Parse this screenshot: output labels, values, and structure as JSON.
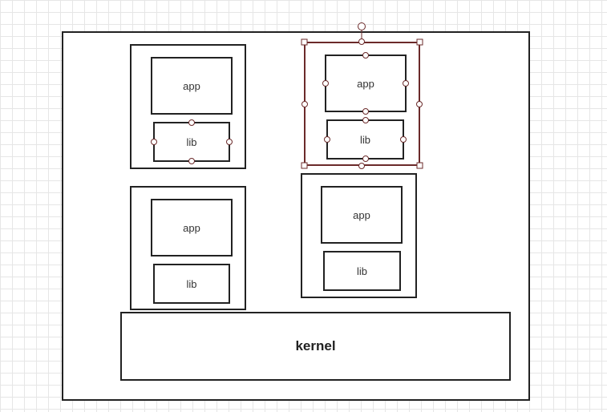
{
  "diagram": {
    "containers": [
      {
        "id": "container-top-left",
        "app": "app",
        "lib": "lib"
      },
      {
        "id": "container-top-right",
        "app": "app",
        "lib": "lib",
        "selected": true
      },
      {
        "id": "container-bottom-left",
        "app": "app",
        "lib": "lib"
      },
      {
        "id": "container-bottom-right",
        "app": "app",
        "lib": "lib"
      }
    ],
    "kernel": "kernel"
  },
  "colors": {
    "stroke": "#222222",
    "selection": "#6b2a2a",
    "handle_fill": "#ffffff",
    "grid": "#e6e6e6"
  }
}
